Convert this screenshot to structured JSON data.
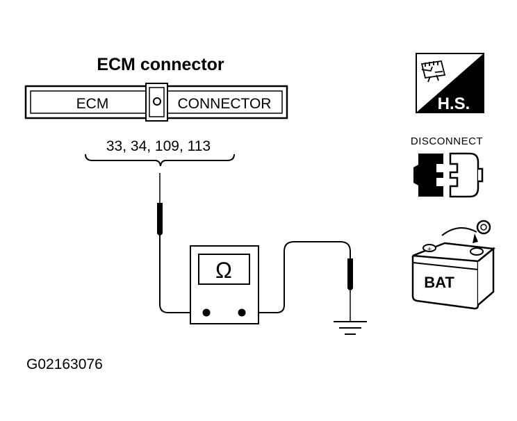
{
  "diagram": {
    "title": "ECM connector",
    "connector_label_left": "ECM",
    "connector_label_right": "CONNECTOR",
    "pin_numbers": "33, 34, 109, 113",
    "meter_symbol": "Ω",
    "figure_code": "G02163076"
  },
  "icons": {
    "harness_side_label": "H.S.",
    "disconnect_label": "DISCONNECT",
    "battery_label": "BAT"
  }
}
